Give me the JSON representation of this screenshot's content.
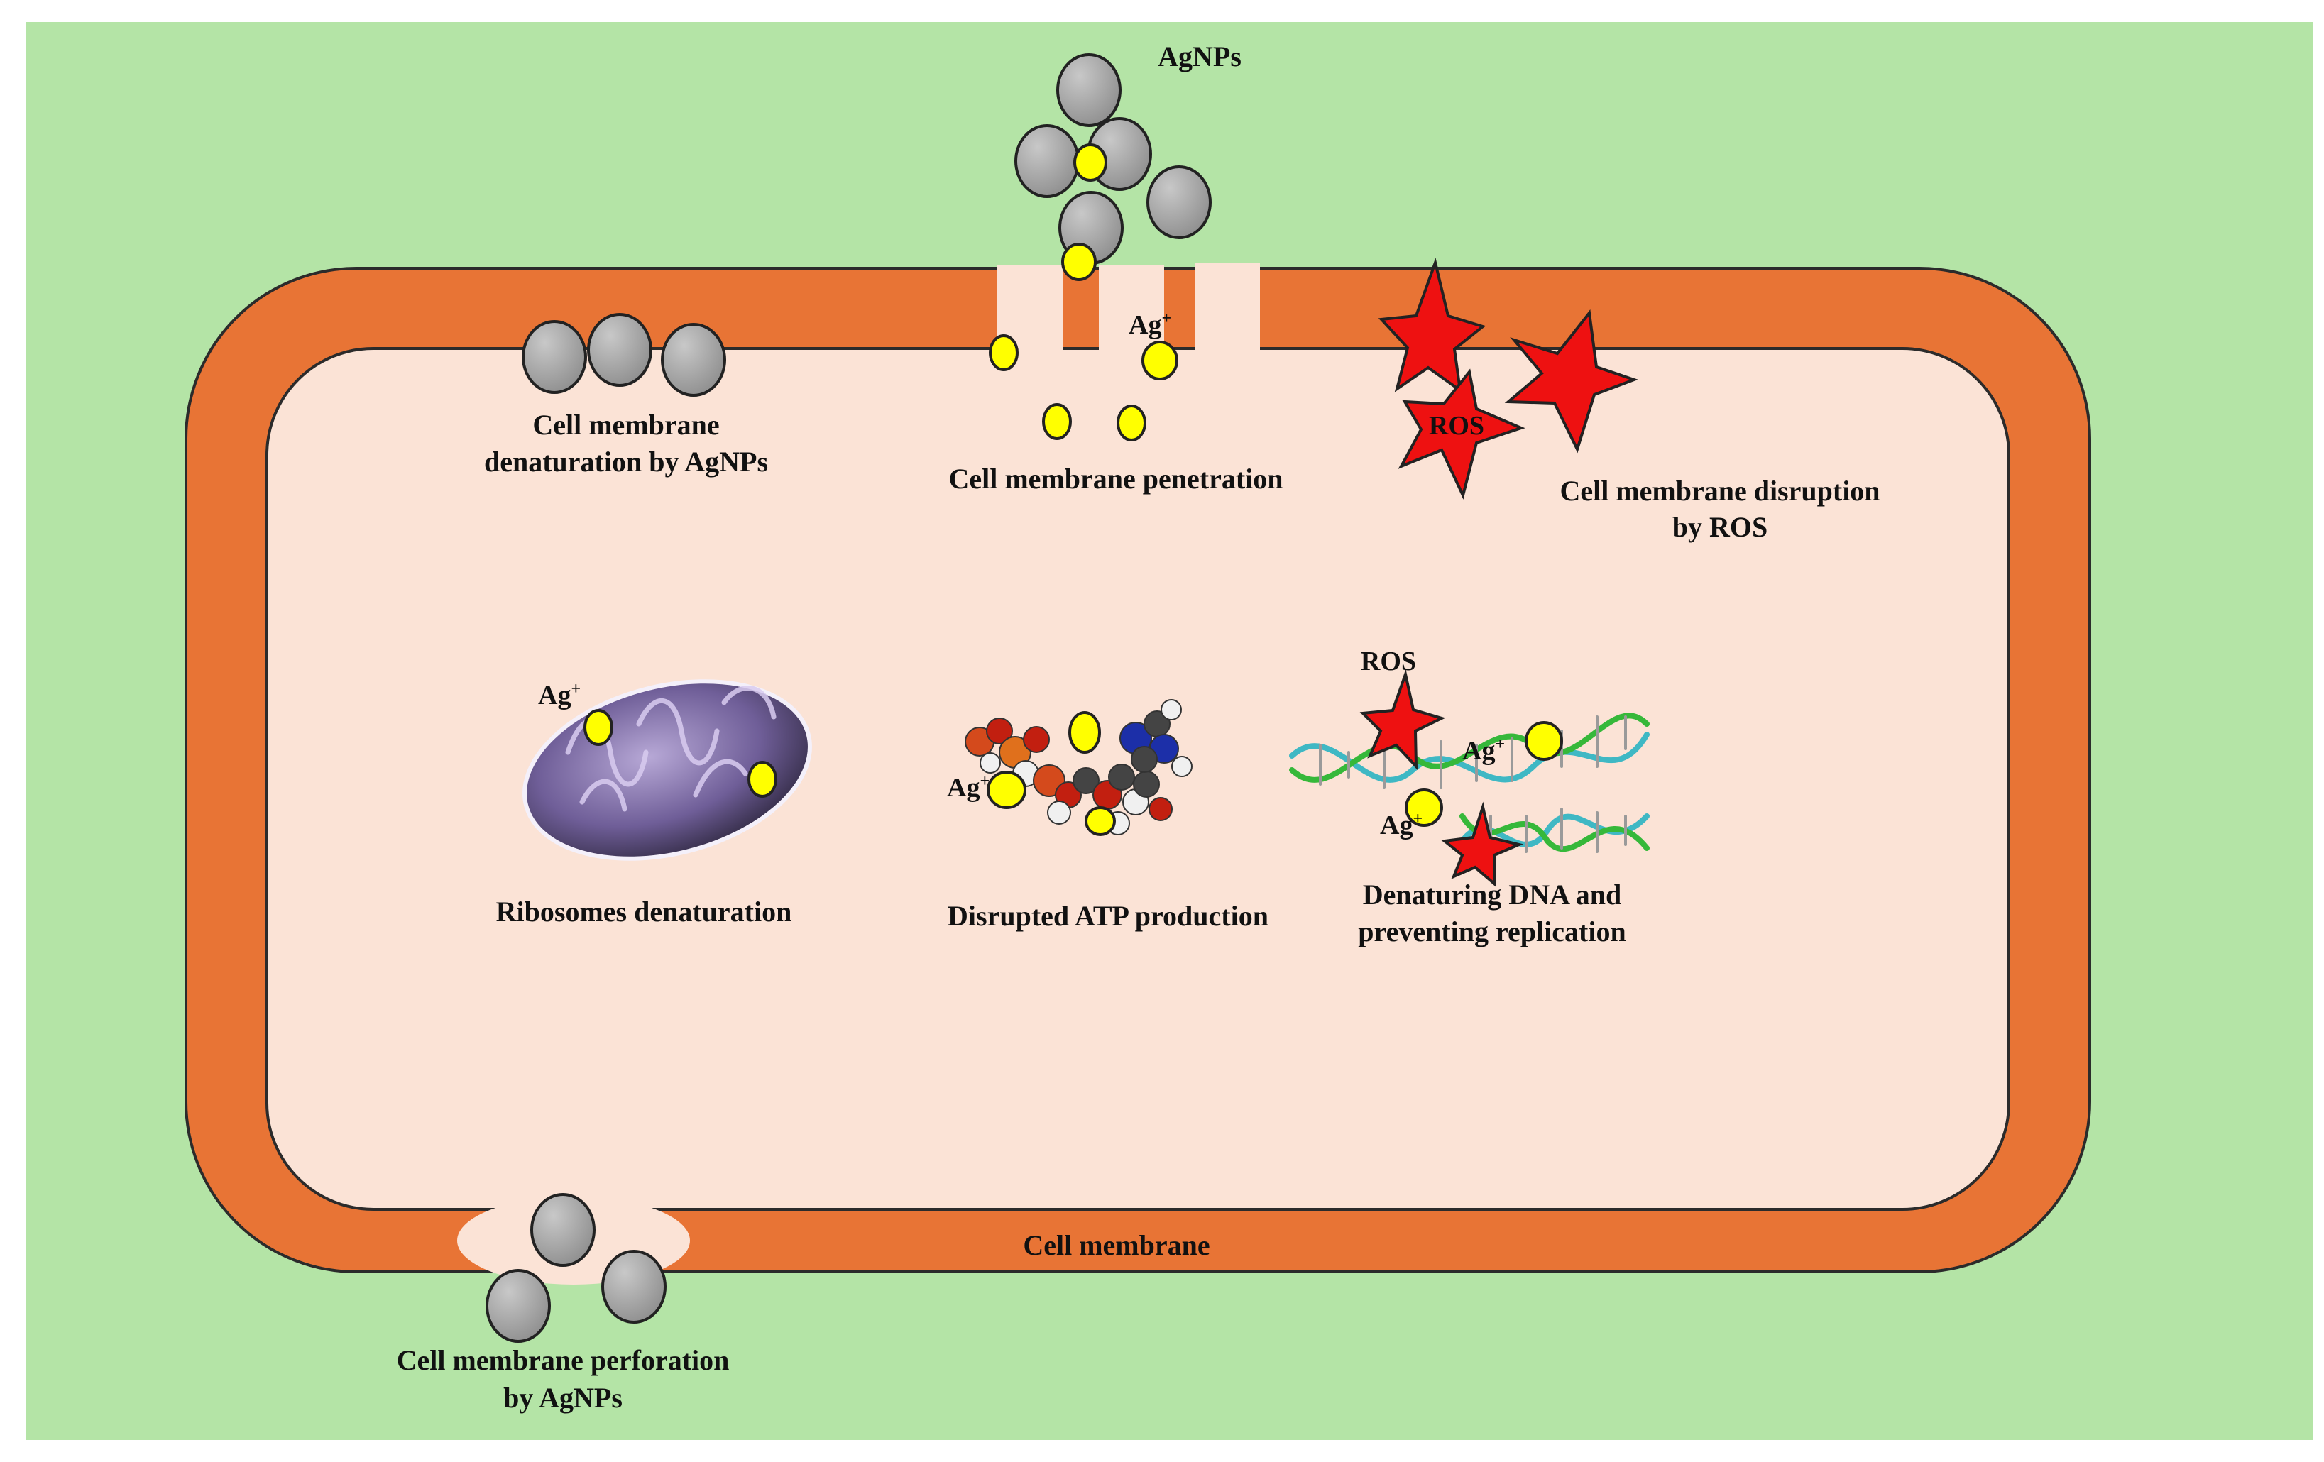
{
  "labels": {
    "agnps": "AgNPs",
    "denaturation_line1": "Cell membrane",
    "denaturation_line2": "denaturation by AgNPs",
    "penetration": "Cell membrane penetration",
    "disruption_line1": "Cell membrane disruption",
    "disruption_line2": "by ROS",
    "ribosomes": "Ribosomes denaturation",
    "atp": "Disrupted ATP production",
    "dna_line1": "Denaturing DNA and",
    "dna_line2": "preventing replication",
    "membrane": "Cell membrane",
    "perforation_line1": "Cell membrane perforation",
    "perforation_line2": "by AgNPs"
  },
  "ions": {
    "ag": "Ag",
    "plus": "+",
    "ros": "ROS"
  },
  "colors": {
    "background": "#b4e4a6",
    "membrane": "#e87435",
    "cytoplasm": "#fbe3d6",
    "nanoparticle": "#a6a6a6",
    "ag_ion": "#ffff00",
    "ros_star": "#ee1111",
    "mitochondrion": "#7d6aa5",
    "dna_strand": "#3fb8c4",
    "dna_strand_2": "#36b83a"
  },
  "icons": {
    "nanoparticle": "grey-sphere-icon",
    "silver_ion": "yellow-circle-icon",
    "ros": "red-star-icon",
    "mitochondrion": "mitochondrion-icon",
    "atp": "atp-molecule-icon",
    "dna": "dna-helix-icon"
  }
}
